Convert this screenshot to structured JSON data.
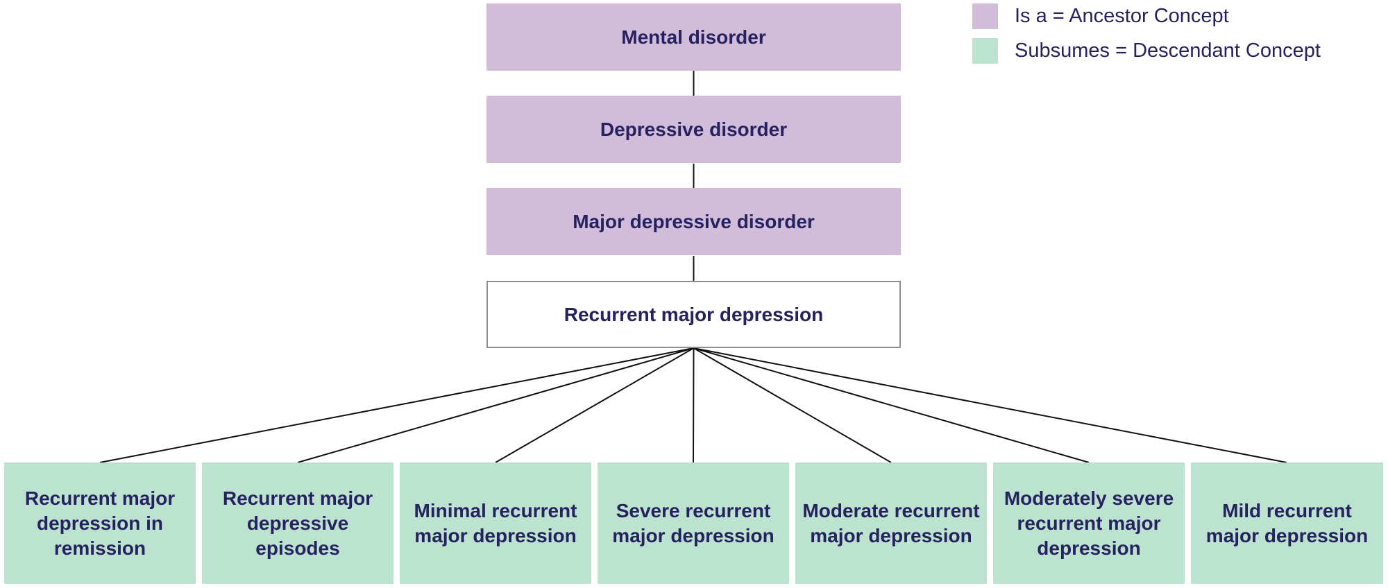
{
  "colors": {
    "ancestor": "#d1bdda",
    "descendant": "#bce3d0",
    "text": "#26215f",
    "focus_border": "#8e8e8e"
  },
  "legend": [
    {
      "label": "Is a = Ancestor Concept",
      "color": "#d1bdda"
    },
    {
      "label": "Subsumes = Descendant Concept",
      "color": "#bce3d0"
    }
  ],
  "ancestors": [
    {
      "label": "Mental disorder"
    },
    {
      "label": "Depressive disorder"
    },
    {
      "label": "Major depressive disorder"
    }
  ],
  "focus": {
    "label": "Recurrent major depression"
  },
  "descendants": [
    {
      "label": "Recurrent major depression in remission"
    },
    {
      "label": "Recurrent major depressive episodes"
    },
    {
      "label": "Minimal recurrent major depression"
    },
    {
      "label": "Severe recurrent major depression"
    },
    {
      "label": "Moderate recurrent major depression"
    },
    {
      "label": "Moderately severe recurrent major depression"
    },
    {
      "label": "Mild recurrent major depression"
    }
  ]
}
